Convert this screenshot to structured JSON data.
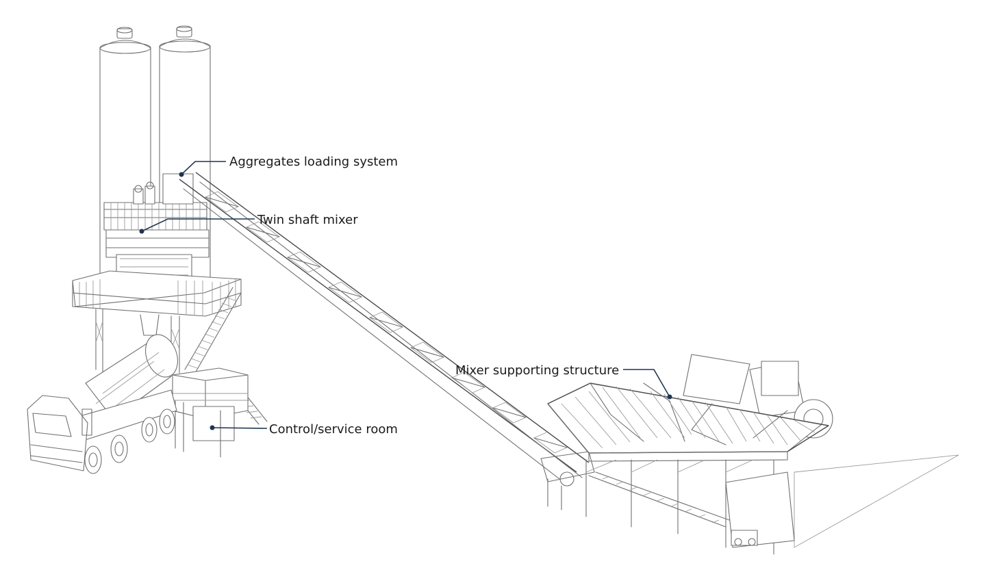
{
  "callouts": {
    "aggregates_loading": "Aggregates loading system",
    "twin_shaft_mixer": "Twin shaft mixer",
    "mixer_supporting_structure": "Mixer supporting structure",
    "control_service_room": "Control/service room"
  },
  "colors": {
    "line_art": "#6f6f6f",
    "leader": "#1f3550",
    "background": "#ffffff"
  }
}
